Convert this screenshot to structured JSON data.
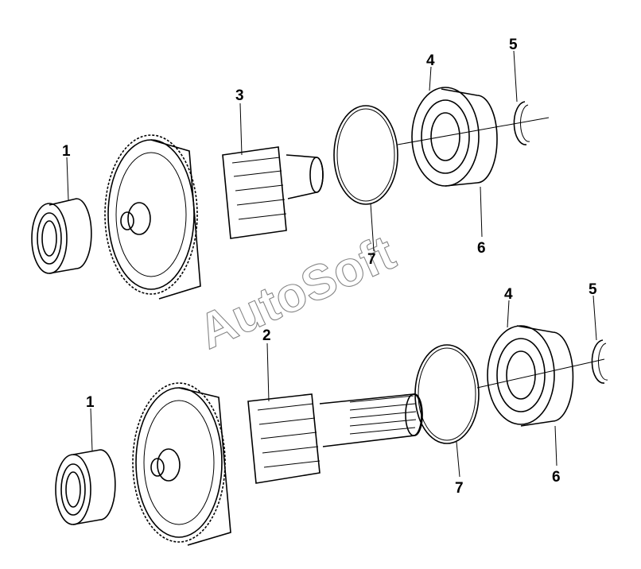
{
  "watermark": "AutoSoft",
  "upper_assembly": {
    "callouts": {
      "bearing_roller": "1",
      "countershaft_gear": "3",
      "ball_bearing": "4",
      "circlip": "5",
      "bearing_ring": "6",
      "o_ring": "7"
    }
  },
  "lower_assembly": {
    "callouts": {
      "bearing_roller": "1",
      "countershaft_gear": "2",
      "ball_bearing": "4",
      "circlip": "5",
      "bearing_ring": "6",
      "o_ring": "7"
    }
  }
}
